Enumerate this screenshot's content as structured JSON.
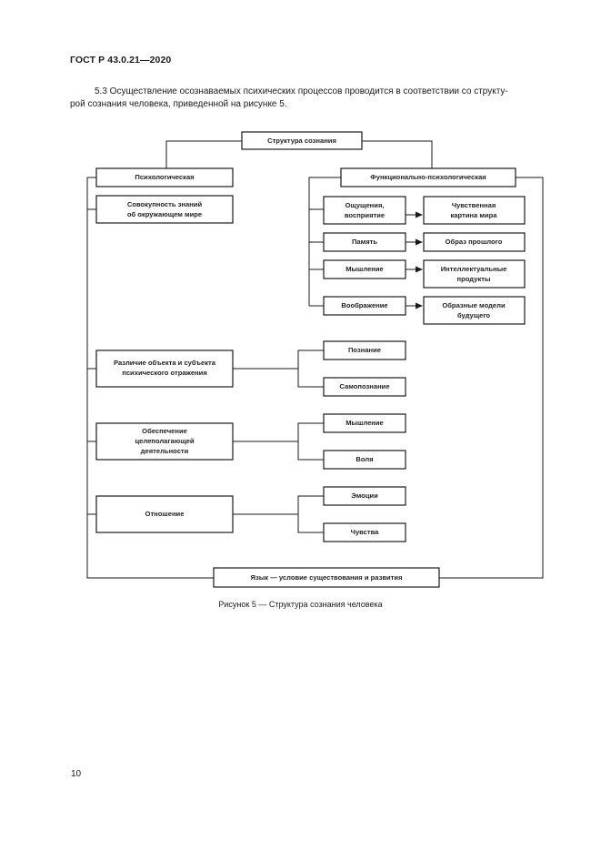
{
  "header": "ГОСТ Р 43.0.21—2020",
  "paragraph": {
    "line1": "5.3  Осуществление осознаваемых психических процессов проводится в соответствии со структу-",
    "line2": "рой сознания человека, приведенной на рисунке 5."
  },
  "diagram": {
    "root": "Структура сознания",
    "psychological": "Психологическая",
    "functional": "Функционально-психологическая",
    "knowledge": [
      "Совокупность знаний",
      "об окружающем мире"
    ],
    "functions": [
      {
        "name": [
          "Ощущения,",
          "восприятие"
        ],
        "result": [
          "Чувственная",
          "картина мира"
        ]
      },
      {
        "name": [
          "Память"
        ],
        "result": [
          "Образ прошлого"
        ]
      },
      {
        "name": [
          "Мышление"
        ],
        "result": [
          "Интеллектуальные",
          "продукты"
        ]
      },
      {
        "name": [
          "Воображение"
        ],
        "result": [
          "Образные модели",
          "будущего"
        ]
      }
    ],
    "groups": [
      {
        "name": [
          "Различие объекта и субъекта",
          "психического отражения"
        ],
        "items": [
          "Познание",
          "Самопознание"
        ]
      },
      {
        "name": [
          "Обеспечение",
          "целеполагающей",
          "деятельности"
        ],
        "items": [
          "Мышление",
          "Воля"
        ]
      },
      {
        "name": [
          "Отношение"
        ],
        "items": [
          "Эмоции",
          "Чувства"
        ]
      }
    ],
    "language": "Язык — условие существования и развития"
  },
  "caption": "Рисунок 5 — Структура сознания человека",
  "page_number": "10"
}
